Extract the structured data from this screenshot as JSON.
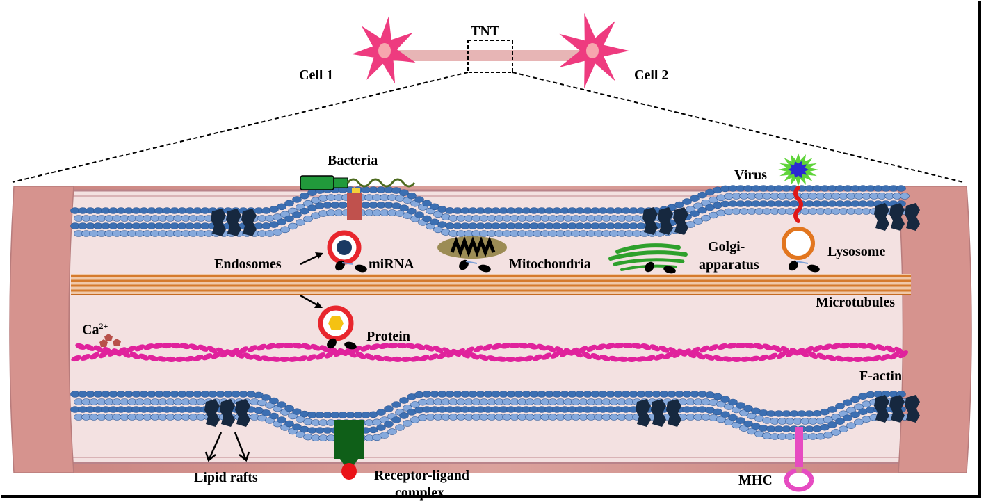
{
  "labels": {
    "cell1": "Cell 1",
    "cell2": "Cell 2",
    "tnt": "TNT",
    "bacteria": "Bacteria",
    "virus": "Virus",
    "endosomes": "Endosomes",
    "mirna": "miRNA",
    "mitochondria": "Mitochondria",
    "golgi_line1": "Golgi-",
    "golgi_line2": "apparatus",
    "lysosome": "Lysosome",
    "microtubules": "Microtubules",
    "calcium_base": "Ca",
    "calcium_sup": "2+",
    "protein": "Protein",
    "factin": "F-actin",
    "lipid_rafts": "Lipid rafts",
    "receptor_line1": "Receptor-ligand",
    "receptor_line2": "complex",
    "mhc": "MHC"
  },
  "colors": {
    "cell": "#ee3b7f",
    "nucleus": "#f7a6ae",
    "tube": "#d59590",
    "tube_inner": "#f3e1e1",
    "membrane": "#3c6fb2",
    "membrane_light": "#86a9dc",
    "raft": "#16283f",
    "microtubule": "#d57a2c",
    "factin": "#e0229c",
    "vesicle_ring": "#e8262d",
    "lysosome_ring": "#e2761f",
    "golgi": "#2ea02c",
    "mito": "#9c8c55",
    "virus": "#5fd43a",
    "virus_core": "#2b2ad2",
    "bacteria": "#219a3b",
    "receptor": "#0f5f18",
    "ligand": "#ea1217",
    "mhc": "#e64bc1",
    "calcium": "#b8504a"
  }
}
